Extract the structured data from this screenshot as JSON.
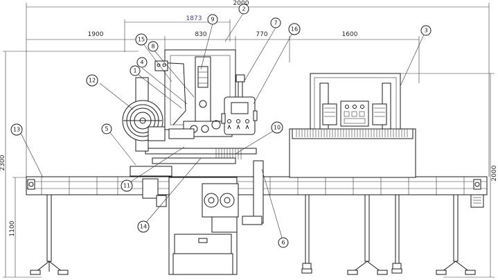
{
  "dimensions": {
    "top_overall": "2000",
    "d1873": "1873",
    "d1900": "1900",
    "d830": "830",
    "d770": "770",
    "d1600": "1600",
    "left_height": "2300",
    "left_lower": "1100",
    "right_height": "2000"
  },
  "callouts": [
    {
      "id": "c1",
      "label": "1"
    },
    {
      "id": "c2",
      "label": "2"
    },
    {
      "id": "c3",
      "label": "3"
    },
    {
      "id": "c4",
      "label": "4"
    },
    {
      "id": "c5",
      "label": "5"
    },
    {
      "id": "c6",
      "label": "6"
    },
    {
      "id": "c7",
      "label": "7"
    },
    {
      "id": "c8",
      "label": "8"
    },
    {
      "id": "c9",
      "label": "9"
    },
    {
      "id": "c10",
      "label": "10"
    },
    {
      "id": "c11",
      "label": "11"
    },
    {
      "id": "c12",
      "label": "12"
    },
    {
      "id": "c13",
      "label": "13"
    },
    {
      "id": "c14",
      "label": "14"
    },
    {
      "id": "c15",
      "label": "15"
    },
    {
      "id": "c16",
      "label": "16"
    }
  ],
  "colors": {
    "line": "#1a1a1a",
    "dim_text_accent": "#3a3aa0"
  }
}
